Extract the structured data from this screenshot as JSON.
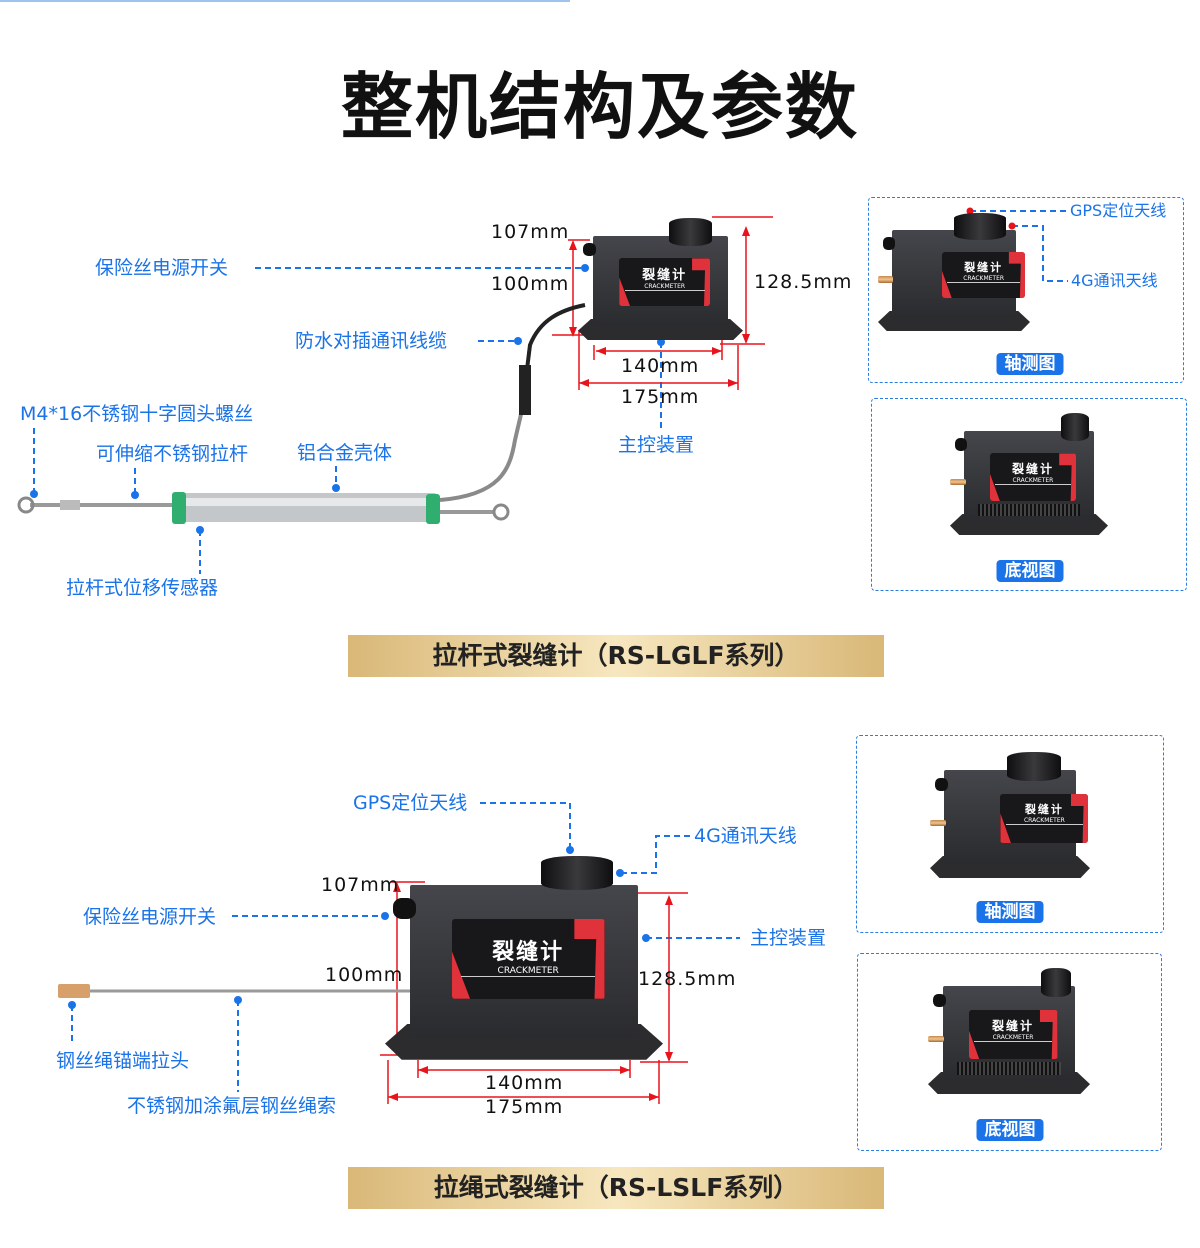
{
  "title": "整机结构及参数",
  "device_brand": {
    "name": "裂缝计",
    "sub": "CRACKMETER"
  },
  "section1": {
    "labels": {
      "fuse_switch": "保险丝电源开关",
      "cable": "防水对插通讯线缆",
      "screw": "M4*16不锈钢十字圆头螺丝",
      "rod": "可伸缩不锈钢拉杆",
      "shell": "铝合金壳体",
      "sensor": "拉杆式位移传感器",
      "controller": "主控装置",
      "gps": "GPS定位天线",
      "antenna_4g": "4G通讯天线"
    },
    "dims": {
      "d107": "107mm",
      "d100": "100mm",
      "d128": "128.5mm",
      "d140": "140mm",
      "d175": "175mm"
    },
    "views": {
      "axial": "轴测图",
      "bottom": "底视图"
    },
    "banner": "拉杆式裂缝计（RS-LGLF系列）"
  },
  "section2": {
    "labels": {
      "gps": "GPS定位天线",
      "antenna_4g": "4G通讯天线",
      "fuse_switch": "保险丝电源开关",
      "controller": "主控装置",
      "anchor": "钢丝绳锚端拉头",
      "wire": "不锈钢加涂氟层钢丝绳索"
    },
    "dims": {
      "d107": "107mm",
      "d100": "100mm",
      "d128": "128.5mm",
      "d140": "140mm",
      "d175": "175mm"
    },
    "views": {
      "axial": "轴测图",
      "bottom": "底视图"
    },
    "banner": "拉绳式裂缝计（RS-LSLF系列）"
  },
  "colors": {
    "callout": "#1a73e8",
    "dimension": "#e8141b",
    "banner": "#e9d09a"
  }
}
